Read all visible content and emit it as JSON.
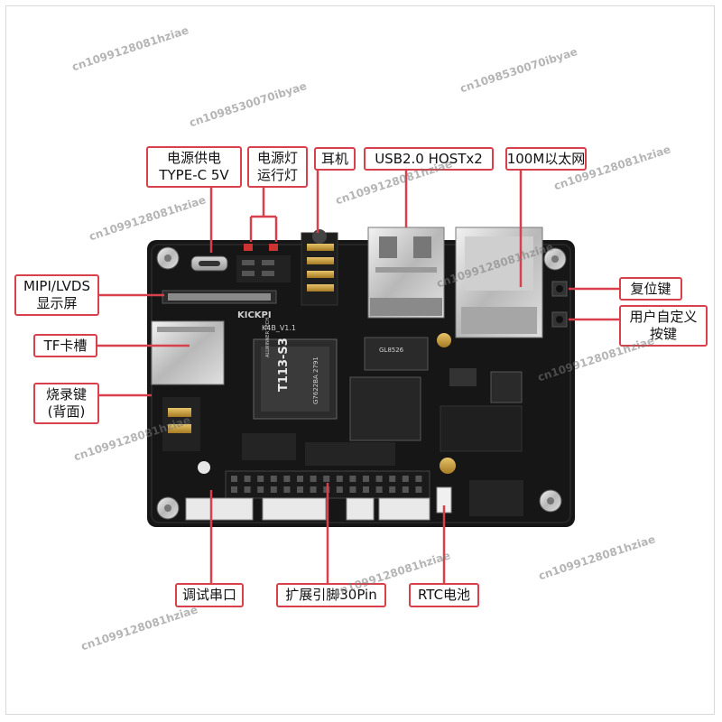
{
  "labels": {
    "power_supply": [
      "电源供电",
      "TYPE-C 5V"
    ],
    "power_led": [
      "电源灯",
      "运行灯"
    ],
    "headphone": "耳机",
    "usb": "USB2.0 HOSTx2",
    "ethernet": "100M以太网",
    "mipi_lvds": [
      "MIPI/LVDS",
      "显示屏"
    ],
    "reset": "复位键",
    "tf_card": "TF卡槽",
    "user_key": [
      "用户自定义",
      "按键"
    ],
    "burn_key": [
      "烧录键",
      "(背面)"
    ],
    "debug_uart": "调试串口",
    "expansion": "扩展引脚30Pin",
    "rtc_battery": "RTC电池"
  },
  "board": {
    "brand": "KICKPI",
    "model": "K4B_V1.1",
    "soc": "T113-S3",
    "soc_brand": "ALLWINNER TECH",
    "soc_code": "G7622BA 2791",
    "eth_chip": "GL8526"
  },
  "watermarks": [
    "cn1099128081hziae",
    "cn1098530070ibyae",
    "cn1098530070ibyae",
    "cn1099128081hziae",
    "cn1099128081hziae",
    "cn1099128081hziae",
    "cn1099128081hziae",
    "cn1099128081hziae",
    "cn1099128081hziae",
    "cn1099128081hziae",
    "cn1099128081hziae",
    "cn1099128081hziae"
  ],
  "colors": {
    "accent": "#d8404b",
    "pcb": "#161616"
  }
}
